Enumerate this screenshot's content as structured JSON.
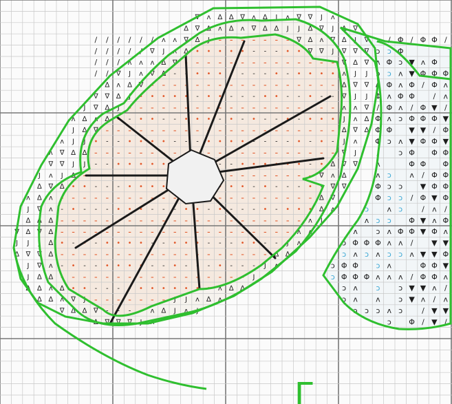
{
  "pattern": {
    "colors": {
      "background": "#fbfbfb",
      "grid_fine": "#c8c8c8",
      "grid_major": "#777777",
      "outline_green": "#2fbf2f",
      "segment_lines": "#1a1a1a",
      "segment_fill": "#f4e6dc",
      "symbol_black": "#1e1e1e",
      "symbol_orange": "#e2582a",
      "symbol_blue": "#3aa7d4"
    },
    "symbols": {
      "rind": [
        "∆",
        "∇",
        "ʌ",
        "J"
      ],
      "flesh": [
        "-",
        "•"
      ],
      "leaf": [
        "ɔ",
        "ʌ"
      ],
      "dark": [
        "Φ",
        "▼",
        "/"
      ]
    },
    "partial_letter": "Γ"
  }
}
